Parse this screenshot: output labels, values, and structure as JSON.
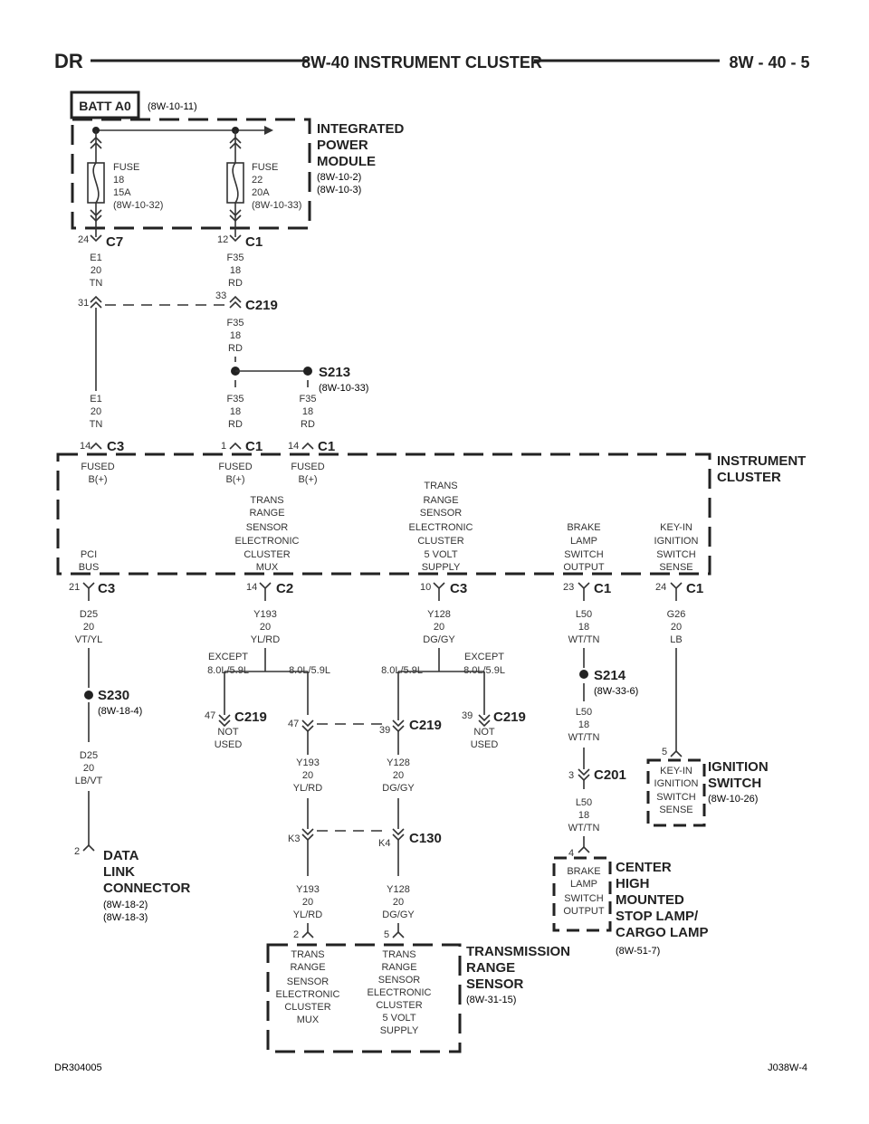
{
  "header": {
    "left": "DR",
    "center": "8W-40 INSTRUMENT CLUSTER",
    "right": "8W - 40 - 5"
  },
  "footer": {
    "left": "DR304005",
    "right": "J038W-4"
  },
  "batt": {
    "label": "BATT A0",
    "ref": "(8W-10-11)"
  },
  "ipm": {
    "name1": "INTEGRATED",
    "name2": "POWER",
    "name3": "MODULE",
    "ref1": "(8W-10-2)",
    "ref2": "(8W-10-3)"
  },
  "fuse18": {
    "l1": "FUSE",
    "l2": "18",
    "l3": "15A",
    "l4": "(8W-10-32)"
  },
  "fuse22": {
    "l1": "FUSE",
    "l2": "22",
    "l3": "20A",
    "l4": "(8W-10-33)"
  },
  "conn": {
    "c7_pin": "24",
    "c7": "C7",
    "c1a_pin": "12",
    "c1a": "C1",
    "c219a_pin1": "31",
    "c219a_pin2": "33",
    "c219a": "C219",
    "ic_c3_pin": "14",
    "ic_c3": "C3",
    "ic_c1a_pin": "1",
    "ic_c1a": "C1",
    "ic_c1b_pin": "14",
    "ic_c1b": "C1",
    "b_c3_pin": "21",
    "b_c3": "C3",
    "b_c2_pin": "14",
    "b_c2": "C2",
    "b_c3b_pin": "10",
    "b_c3b": "C3",
    "b_c1a_pin": "23",
    "b_c1a": "C1",
    "b_c1b_pin": "24",
    "b_c1b": "C1",
    "c219_47a_pin": "47",
    "c219_47a": "C219",
    "c219_47b_pin": "47",
    "c219_39a_pin": "39",
    "c219_39a": "C219",
    "c219_39b_pin": "39",
    "c219_39b": "C219",
    "c201_pin": "3",
    "c201": "C201",
    "c130_k3": "K3",
    "c130_k4": "K4",
    "c130": "C130",
    "dlc_pin": "2",
    "ign_pin": "5",
    "chm_pin": "4",
    "trs_pin2": "2",
    "trs_pin5": "5"
  },
  "wires": {
    "e1a": [
      "E1",
      "20",
      "TN"
    ],
    "f35a": [
      "F35",
      "18",
      "RD"
    ],
    "f35b": [
      "F35",
      "18",
      "RD"
    ],
    "e1b": [
      "E1",
      "20",
      "TN"
    ],
    "f35c": [
      "F35",
      "18",
      "RD"
    ],
    "f35d": [
      "F35",
      "18",
      "RD"
    ],
    "d25a": [
      "D25",
      "20",
      "VT/YL"
    ],
    "y193a": [
      "Y193",
      "20",
      "YL/RD"
    ],
    "y128a": [
      "Y128",
      "20",
      "DG/GY"
    ],
    "l50a": [
      "L50",
      "18",
      "WT/TN"
    ],
    "g26": [
      "G26",
      "20",
      "LB"
    ],
    "d25b": [
      "D25",
      "20",
      "LB/VT"
    ],
    "l50b": [
      "L50",
      "18",
      "WT/TN"
    ],
    "l50c": [
      "L50",
      "18",
      "WT/TN"
    ],
    "y193b": [
      "Y193",
      "20",
      "YL/RD"
    ],
    "y128b": [
      "Y128",
      "20",
      "DG/GY"
    ],
    "y193c": [
      "Y193",
      "20",
      "YL/RD"
    ],
    "y128c": [
      "Y128",
      "20",
      "DG/GY"
    ]
  },
  "splices": {
    "s213": "S213",
    "s213_ref": "(8W-10-33)",
    "s230": "S230",
    "s230_ref": "(8W-18-4)",
    "s214": "S214",
    "s214_ref": "(8W-33-6)"
  },
  "cluster": {
    "name1": "INSTRUMENT",
    "name2": "CLUSTER",
    "fused1": [
      "FUSED",
      "B(+)"
    ],
    "fused2": [
      "FUSED",
      "B(+)"
    ],
    "fused3": [
      "FUSED",
      "B(+)"
    ],
    "pci": [
      "PCI",
      "BUS"
    ],
    "mux": [
      "TRANS",
      "RANGE",
      "SENSOR",
      "ELECTRONIC",
      "CLUSTER",
      "MUX"
    ],
    "supply": [
      "TRANS",
      "RANGE",
      "SENSOR",
      "ELECTRONIC",
      "CLUSTER",
      "5 VOLT",
      "SUPPLY"
    ],
    "brake": [
      "BRAKE",
      "LAMP",
      "SWITCH",
      "OUTPUT"
    ],
    "keyin": [
      "KEY-IN",
      "IGNITION",
      "SWITCH",
      "SENSE"
    ]
  },
  "options": {
    "except_a": [
      "EXCEPT",
      "8.0L/5.9L"
    ],
    "eng_a": "8.0L/5.9L",
    "eng_b": "8.0L/5.9L",
    "except_b": [
      "EXCEPT",
      "8.0L/5.9L"
    ],
    "notused_a": [
      "NOT",
      "USED"
    ],
    "notused_b": [
      "NOT",
      "USED"
    ]
  },
  "dlc": {
    "n1": "DATA",
    "n2": "LINK",
    "n3": "CONNECTOR",
    "ref1": "(8W-18-2)",
    "ref2": "(8W-18-3)"
  },
  "ign": {
    "n1": "IGNITION",
    "n2": "SWITCH",
    "ref": "(8W-10-26)",
    "inner": [
      "KEY-IN",
      "IGNITION",
      "SWITCH",
      "SENSE"
    ]
  },
  "chm": {
    "n1": "CENTER",
    "n2": "HIGH",
    "n3": "MOUNTED",
    "n4": "STOP LAMP/",
    "n5": "CARGO LAMP",
    "ref": "(8W-51-7)",
    "inner": [
      "BRAKE",
      "LAMP",
      "SWITCH",
      "OUTPUT"
    ]
  },
  "trs": {
    "n1": "TRANSMISSION",
    "n2": "RANGE",
    "n3": "SENSOR",
    "ref": "(8W-31-15)",
    "mux": [
      "TRANS",
      "RANGE",
      "SENSOR",
      "ELECTRONIC",
      "CLUSTER",
      "MUX"
    ],
    "supply": [
      "TRANS",
      "RANGE",
      "SENSOR",
      "ELECTRONIC",
      "CLUSTER",
      "5 VOLT",
      "SUPPLY"
    ]
  }
}
